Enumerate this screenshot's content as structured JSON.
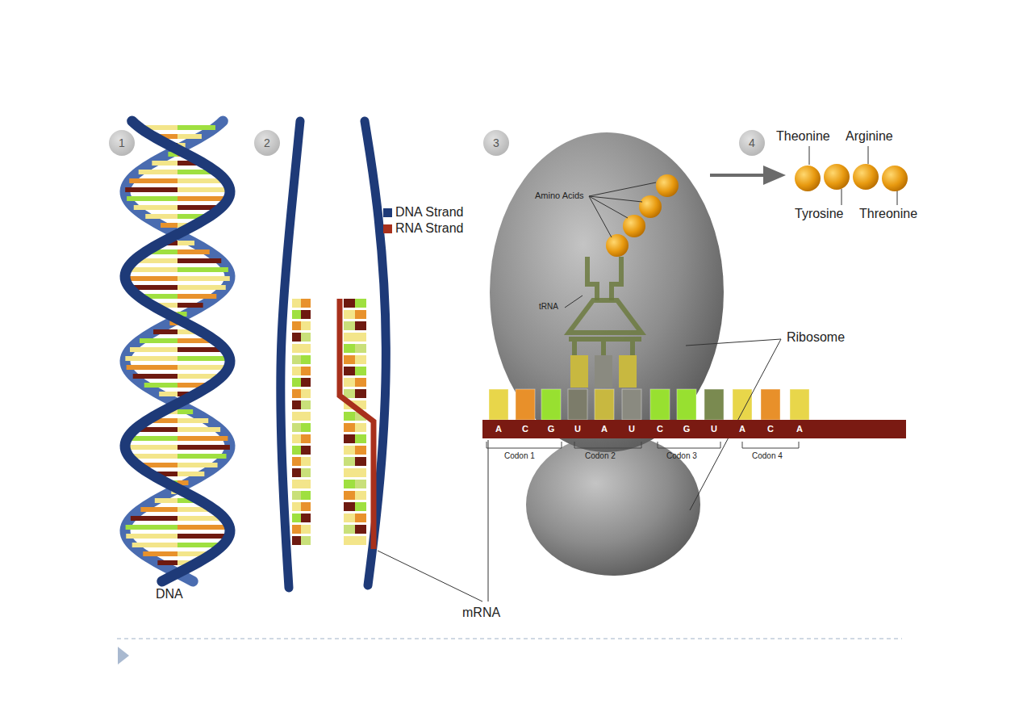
{
  "diagram": {
    "nodes": [
      {
        "text": [
          "1"
        ]
      },
      {
        "text": [
          "2"
        ]
      },
      {
        "text": [
          "3"
        ]
      },
      {
        "text": [
          "4"
        ]
      },
      {
        "text": [
          "A",
          "C",
          "G",
          "U",
          "A",
          "U",
          "C",
          "G",
          "U",
          "A",
          "C",
          "A"
        ]
      }
    ],
    "labels": [
      "Amino Acids",
      "tRNA",
      "Ribosome",
      "DNA",
      "mRNA",
      "Theonine",
      "Arginine",
      "Tyrosine",
      "Threonine",
      "Codon 1",
      "Codon 2",
      "Codon 3",
      "Codon 4"
    ],
    "legend": [
      {
        "text": "DNA Strand",
        "color": "#1e3a78"
      },
      {
        "text": "RNA Strand",
        "color": "#a8301c"
      }
    ]
  }
}
